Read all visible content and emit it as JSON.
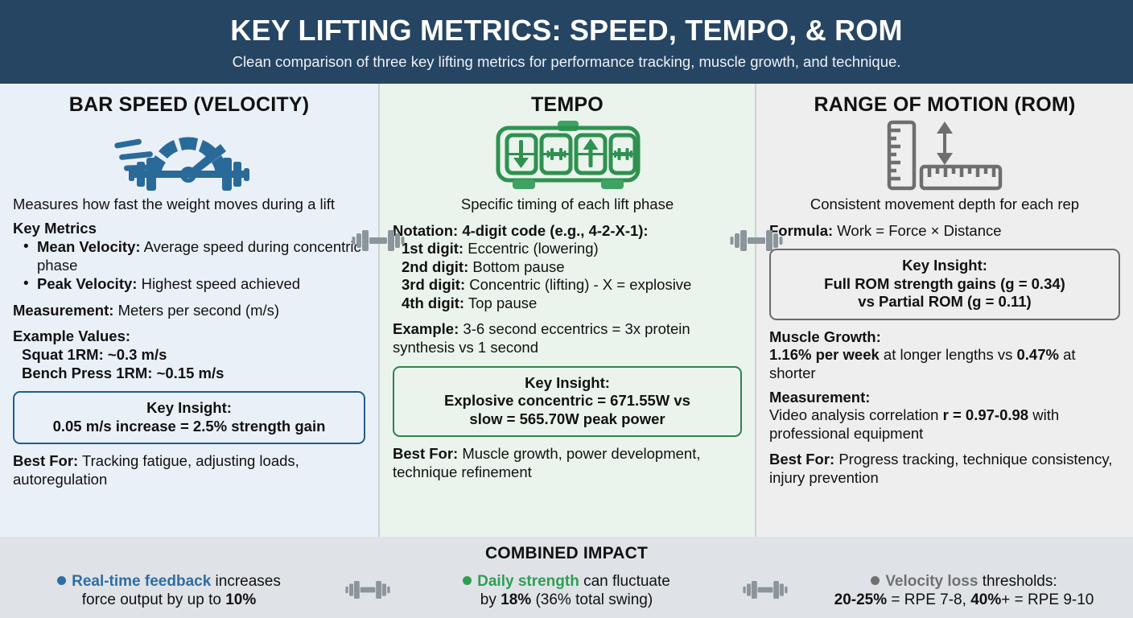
{
  "header": {
    "title": "KEY LIFTING METRICS: SPEED, TEMPO, &  ROM",
    "subtitle": "Clean comparison of three key lifting metrics for performance tracking, muscle growth, and technique.",
    "bg_color": "#254563",
    "title_color": "#ffffff"
  },
  "columns": [
    {
      "id": "bar-speed",
      "title": "BAR SPEED (VELOCITY)",
      "icon": "speedometer-barbell-icon",
      "accent_color": "#1f5e8c",
      "bg_color": "#eaf0f8",
      "description": "Measures how fast the weight moves during a lift",
      "key_metrics_label": "Key Metrics",
      "metrics": [
        {
          "term": "Mean Velocity:",
          "text": " Average speed during concentric phase"
        },
        {
          "term": "Peak Velocity:",
          "text": " Highest speed achieved"
        }
      ],
      "measurement_label": "Measurement:",
      "measurement_text": " Meters per second (m/s)",
      "example_values_label": "Example Values:",
      "example_values": [
        "Squat 1RM: ~0.3 m/s",
        "Bench Press 1RM: ~0.15 m/s"
      ],
      "insight_title": "Key Insight:",
      "insight_lines": [
        "0.05 m/s increase = 2.5% strength gain"
      ],
      "best_for_label": "Best For:",
      "best_for_text": " Tracking fatigue, adjusting loads, autoregulation"
    },
    {
      "id": "tempo",
      "title": "TEMPO",
      "icon": "tempo-timer-icon",
      "accent_color": "#31814c",
      "bg_color": "#eaf4ec",
      "description": "Specific timing of each lift phase",
      "notation_label": "Notation:",
      "notation_text": " 4-digit code (e.g., 4-2-X-1):",
      "digits": [
        {
          "term": "1st digit:",
          "text": " Eccentric (lowering)"
        },
        {
          "term": "2nd digit:",
          "text": " Bottom pause"
        },
        {
          "term": "3rd digit:",
          "text": " Concentric (lifting) - X = explosive"
        },
        {
          "term": "4th digit:",
          "text": " Top pause"
        }
      ],
      "example_label": "Example:",
      "example_text": " 3-6 second eccentrics = 3x protein synthesis vs 1 second",
      "insight_title": "Key Insight:",
      "insight_lines": [
        "Explosive concentric = 671.55W vs",
        "slow = 565.70W peak power"
      ],
      "best_for_label": "Best For:",
      "best_for_text": " Muscle growth, power development, technique refinement"
    },
    {
      "id": "rom",
      "title": "RANGE OF MOTION (ROM)",
      "icon": "ruler-measure-icon",
      "accent_color": "#6b6b6b",
      "bg_color": "#eeeeee",
      "description": "Consistent movement depth for each rep",
      "formula_label": "Formula:",
      "formula_text": " Work = Force × Distance",
      "insight_title": "Key Insight:",
      "insight_lines": [
        "Full ROM strength gains (g = 0.34)",
        "vs Partial ROM (g = 0.11)"
      ],
      "muscle_growth_label": "Muscle Growth:",
      "muscle_growth_a": "1.16% per week",
      "muscle_growth_b": " at longer lengths vs ",
      "muscle_growth_c": "0.47%",
      "muscle_growth_d": " at shorter",
      "measurement_label": "Measurement:",
      "measurement_a": "Video analysis correlation ",
      "measurement_b": "r = 0.97-0.98",
      "measurement_c": " with professional equipment",
      "best_for_label": "Best For:",
      "best_for_text": " Progress tracking, technique consistency, injury prevention"
    }
  ],
  "dividers": {
    "icon": "dumbbell-icon",
    "color": "#8b959c",
    "count": 2
  },
  "footer": {
    "title": "COMBINED IMPACT",
    "bg_color": "#dfe3e7",
    "divider_icon": "dumbbell-icon",
    "items": [
      {
        "bullet_color": "#2f6da4",
        "keyword": "Real-time feedback",
        "line1_rest": " increases",
        "line2_pre": "force output by up to ",
        "line2_bold": "10%",
        "line2_post": ""
      },
      {
        "bullet_color": "#2f9e54",
        "keyword": "Daily strength",
        "line1_rest": " can fluctuate",
        "line2_pre": "by ",
        "line2_bold": "18%",
        "line2_post": " (36% total swing)"
      },
      {
        "bullet_color": "#707070",
        "keyword": "Velocity loss",
        "line1_rest": " thresholds:",
        "line2_pre": "",
        "line2_bold": "20-25%",
        "line2_post": " = RPE 7-8, ",
        "line2_bold2": "40%",
        "line2_post2": "+ = RPE 9-10"
      }
    ]
  }
}
